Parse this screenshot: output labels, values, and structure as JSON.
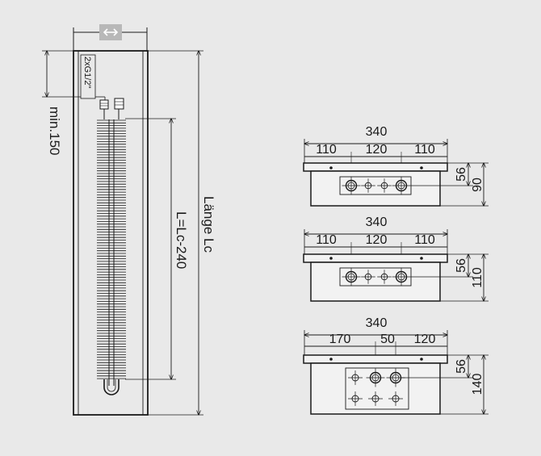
{
  "colors": {
    "background": "#e9e9e9",
    "ink": "#1a1a1a",
    "badge": "#b8b8b8",
    "fill": "#f2f2f2"
  },
  "width_badge_icon": "double-arrow-horizontal-icon",
  "side_view": {
    "connection_label": "2xG1/2\"",
    "min_label": "min.150",
    "total_length_label": "Länge Lc",
    "heater_length_label": "L=Lc-240"
  },
  "sections": [
    {
      "name": "section-90",
      "width_label": "340",
      "segments": [
        "110",
        "120",
        "110"
      ],
      "top_offset_label": "56",
      "height_label": "90"
    },
    {
      "name": "section-110",
      "width_label": "340",
      "segments": [
        "110",
        "120",
        "110"
      ],
      "top_offset_label": "56",
      "height_label": "110"
    },
    {
      "name": "section-140",
      "width_label": "340",
      "segments": [
        "170",
        "50",
        "120"
      ],
      "top_offset_label": "56",
      "height_label": "140"
    }
  ]
}
